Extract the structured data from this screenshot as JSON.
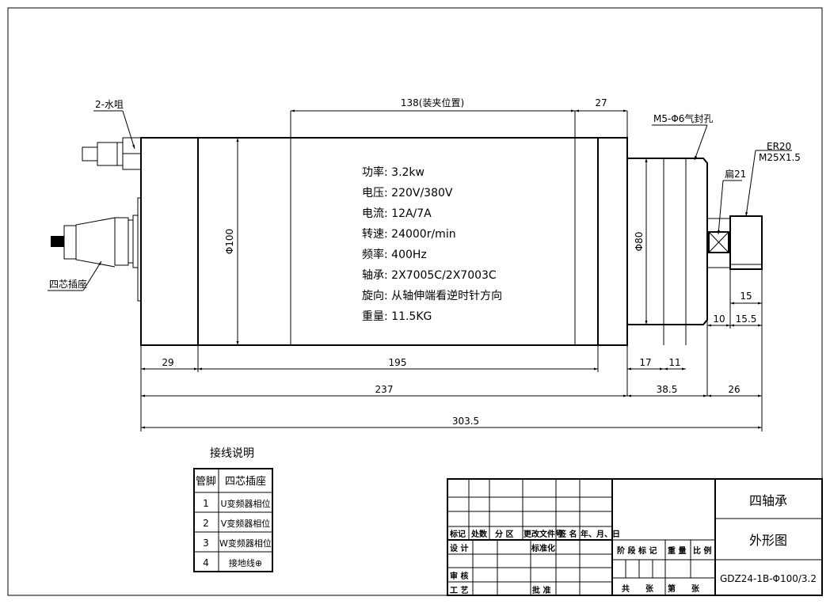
{
  "labels": {
    "water_nozzle": "2-水咀",
    "connector": "四芯插座",
    "air_seal": "M5-Φ6气封孔",
    "collet": "ER20",
    "collet_thread": "M25X1.5",
    "flat": "扁21"
  },
  "specs": [
    "功率: 3.2kw",
    "电压: 220V/380V",
    "电流: 12A/7A",
    "转速: 24000r/min",
    "频率: 400Hz",
    "轴承: 2X7005C/2X7003C",
    "旋向: 从轴伸端看逆时针方向",
    "重量: 11.5KG"
  ],
  "dimensions": {
    "clamp": "138(装夹位置)",
    "d27": "27",
    "dia100": "Φ100",
    "dia80": "Φ80",
    "d29": "29",
    "d195": "195",
    "d17": "17",
    "d11": "11",
    "d237": "237",
    "d38_5": "38.5",
    "d26": "26",
    "d303_5": "303.5",
    "d15": "15",
    "d10": "10",
    "d15_5": "15.5"
  },
  "wiring": {
    "title": "接线说明",
    "headers": [
      "管脚",
      "四芯插座"
    ],
    "rows": [
      [
        "1",
        "U变频器相位"
      ],
      [
        "2",
        "V变频器相位"
      ],
      [
        "3",
        "W变频器相位"
      ],
      [
        "4",
        "接地线⊕"
      ]
    ]
  },
  "title_block": {
    "rev_headers": [
      "标记",
      "处数",
      "分 区",
      "更改文件号",
      "签 名",
      "年、月、日"
    ],
    "design": "设 计",
    "standard": "标准化",
    "review": "审 核",
    "process": "工 艺",
    "approve": "批 准",
    "stage": "阶 段 标 记",
    "weight": "重 量",
    "scale": "比 例",
    "total": "共　　张",
    "sheet": "第　　张",
    "name1": "四轴承",
    "name2": "外形图",
    "drawing_no": "GDZ24-1B-Φ100/3.2"
  }
}
